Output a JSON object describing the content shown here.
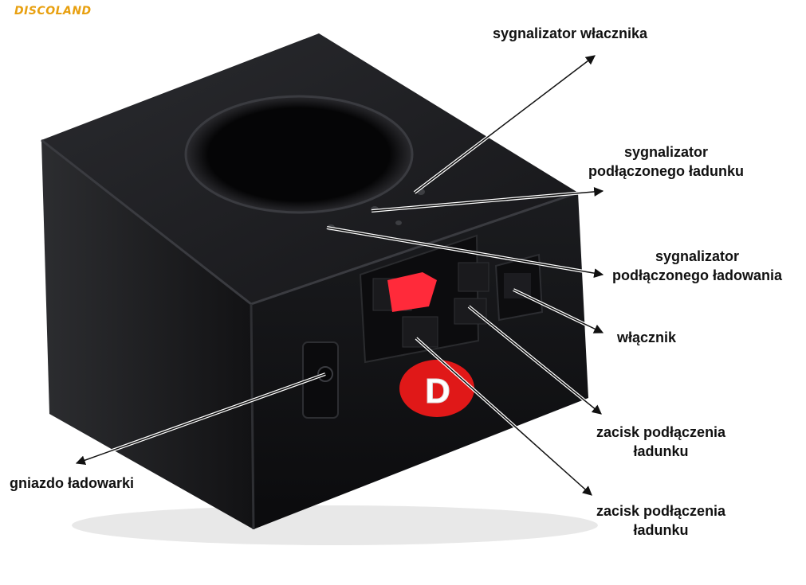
{
  "brand": {
    "logo_text": "DISCOLAND",
    "color": "#e8a010",
    "accent": "#c8141e"
  },
  "device": {
    "body_color": "#141416",
    "top_color": "#1e1f22",
    "button_color": "#ff2a3a",
    "badge_color": "#e01818",
    "badge_letter": "D"
  },
  "callouts": [
    {
      "id": "power-indicator",
      "lines": [
        "sygnalizator włacznika"
      ]
    },
    {
      "id": "load-indicator",
      "lines": [
        "sygnalizator",
        "podłączonego ładunku"
      ]
    },
    {
      "id": "charging-indicator",
      "lines": [
        "sygnalizator",
        "podłączonego ładowania"
      ]
    },
    {
      "id": "power-switch",
      "lines": [
        "włącznik"
      ]
    },
    {
      "id": "load-clamp-1",
      "lines": [
        "zacisk podłączenia",
        "ładunku"
      ]
    },
    {
      "id": "load-clamp-2",
      "lines": [
        "zacisk podłączenia",
        "ładunku"
      ]
    },
    {
      "id": "charger-socket",
      "lines": [
        "gniazdo ładowarki"
      ]
    }
  ]
}
